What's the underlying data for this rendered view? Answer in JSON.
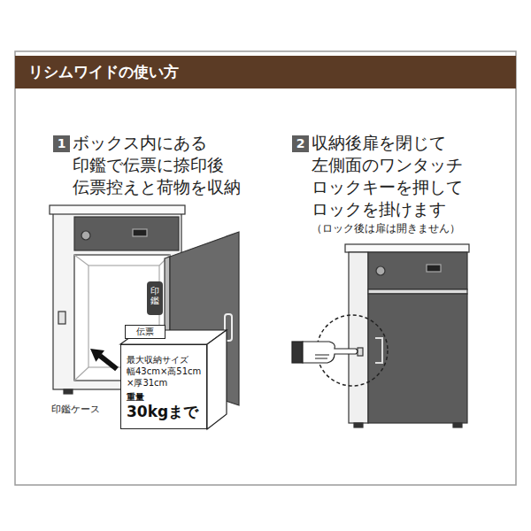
{
  "diagram": {
    "title": "リシムワイドの使い方",
    "nodes": [
      {
        "text": [
          "1"
        ]
      },
      {
        "text": [
          "2"
        ]
      },
      {
        "text": [
          "印鑑"
        ]
      },
      {
        "text": [
          "伝票"
        ]
      },
      {
        "text": [
          "最大収納サイズ 幅43cm×高51cm ×厚31cm",
          "重量",
          "30kgまで"
        ]
      }
    ],
    "labels": [
      "ボックス内にある 印鑑で伝票に捺印後 伝票控えと荷物を収納",
      "収納後扉を閉じて 左側面のワンタッチ ロックキーを押して ロックを掛けます",
      "（ロック後は扉は開きません）",
      "印鑑ケース"
    ]
  }
}
